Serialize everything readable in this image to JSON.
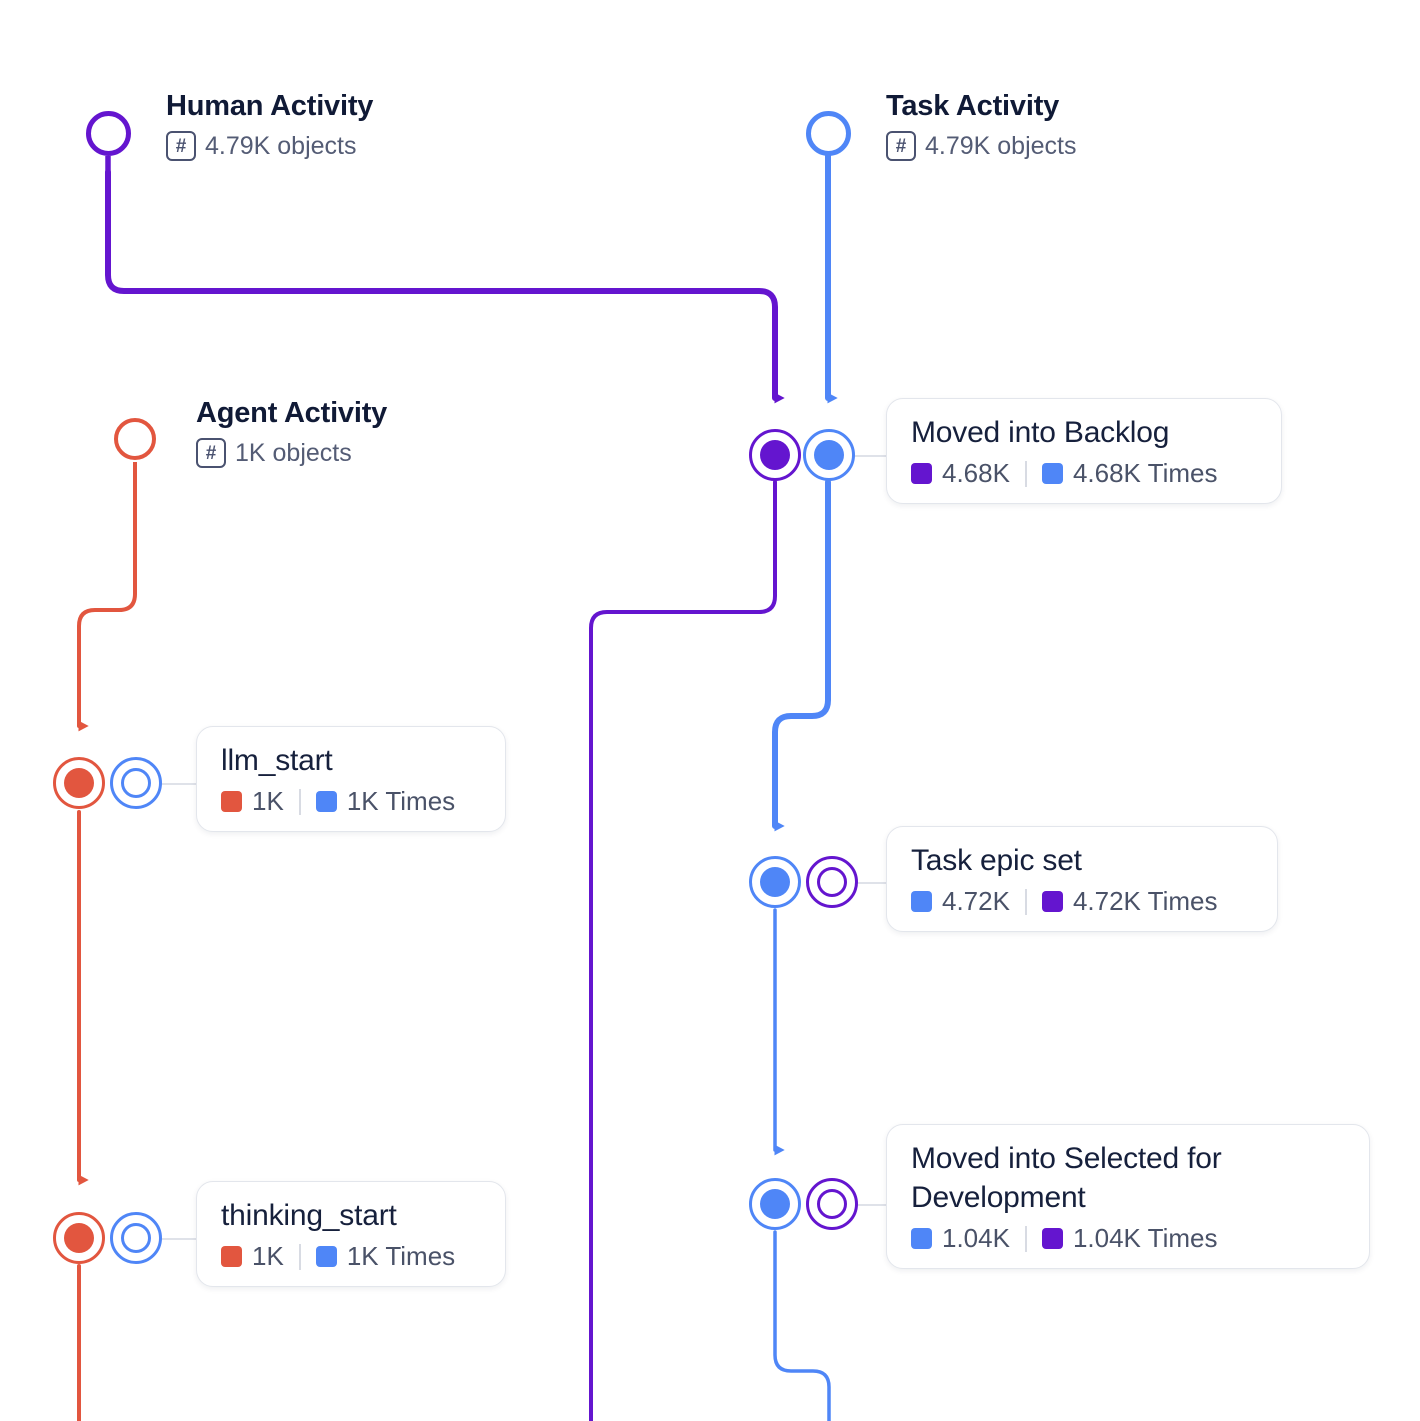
{
  "diagram": {
    "type": "object-centric-process-graph",
    "background": "#ffffff",
    "colors": {
      "human": "#6415cf",
      "task": "#4f86f7",
      "agent": "#e2563f",
      "card_border": "#e3e6ec",
      "leader_line": "#dfe2e9",
      "title_text": "#101a36",
      "body_text": "#4a5268"
    }
  },
  "lanes": [
    {
      "id": "human-activity",
      "title": "Human Activity",
      "count_icon": "hash-icon",
      "count_glyph": "#",
      "objects": "4.79K objects",
      "color": "#6415cf"
    },
    {
      "id": "task-activity",
      "title": "Task Activity",
      "count_icon": "hash-icon",
      "count_glyph": "#",
      "objects": "4.79K objects",
      "color": "#4f86f7"
    },
    {
      "id": "agent-activity",
      "title": "Agent Activity",
      "count_icon": "hash-icon",
      "count_glyph": "#",
      "objects": "1K objects",
      "color": "#e2563f"
    }
  ],
  "nodes": [
    {
      "id": "moved-into-backlog",
      "title": "Moved into Backlog",
      "stats": [
        {
          "color": "#6415cf",
          "value": "4.68K"
        },
        {
          "color": "#4f86f7",
          "value": "4.68K Times"
        }
      ]
    },
    {
      "id": "llm-start",
      "title": "llm_start",
      "stats": [
        {
          "color": "#e2563f",
          "value": "1K"
        },
        {
          "color": "#4f86f7",
          "value": "1K Times"
        }
      ]
    },
    {
      "id": "task-epic-set",
      "title": "Task epic set",
      "stats": [
        {
          "color": "#4f86f7",
          "value": "4.72K"
        },
        {
          "color": "#6415cf",
          "value": "4.72K Times"
        }
      ]
    },
    {
      "id": "moved-into-selected-for-development",
      "title": "Moved into Selected for Development",
      "stats": [
        {
          "color": "#4f86f7",
          "value": "1.04K"
        },
        {
          "color": "#6415cf",
          "value": "1.04K Times"
        }
      ]
    },
    {
      "id": "thinking-start",
      "title": "thinking_start",
      "stats": [
        {
          "color": "#e2563f",
          "value": "1K"
        },
        {
          "color": "#4f86f7",
          "value": "1K Times"
        }
      ]
    }
  ]
}
